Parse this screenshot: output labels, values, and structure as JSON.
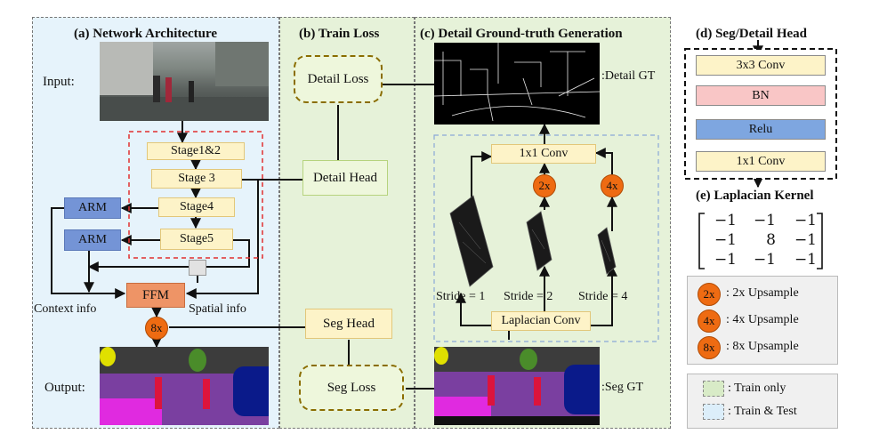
{
  "panels": {
    "a": {
      "title": "(a) Network Architecture"
    },
    "b": {
      "title": "(b) Train Loss"
    },
    "c": {
      "title": "(c) Detail Ground-truth Generation"
    },
    "d": {
      "title": "(d) Seg/Detail Head"
    },
    "e": {
      "title": "(e) Laplacian Kernel"
    }
  },
  "architecture": {
    "input_label": "Input:",
    "output_label": "Output:",
    "stages": [
      "Stage1&2",
      "Stage 3",
      "Stage4",
      "Stage5"
    ],
    "arm": "ARM",
    "ffm": "FFM",
    "upsample": "8x",
    "context_info": "Context info",
    "spatial_info": "Spatial info"
  },
  "train_loss": {
    "detail_loss": "Detail Loss",
    "detail_head": "Detail Head",
    "seg_head": "Seg Head",
    "seg_loss": "Seg Loss"
  },
  "detail_gt": {
    "detail_gt_label": ":Detail GT",
    "seg_gt_label": ":Seg GT",
    "conv1x1": "1x1 Conv",
    "laplacian_conv": "Laplacian Conv",
    "up2": "2x",
    "up4": "4x",
    "stride1": "Stride = 1",
    "stride2": "Stride = 2",
    "stride4": "Stride = 4"
  },
  "head": {
    "layers": [
      "3x3 Conv",
      "BN",
      "Relu",
      "1x1 Conv"
    ],
    "colors": [
      "#fdf3c8",
      "#f9c6c6",
      "#7ea6e0",
      "#fdf3c8"
    ]
  },
  "kernel": [
    [
      "−1",
      "−1",
      "−1"
    ],
    [
      "−1",
      "8",
      "−1"
    ],
    [
      "−1",
      "−1",
      "−1"
    ]
  ],
  "legend": {
    "upsample": [
      {
        "badge": "2x",
        "text": ": 2x Upsample"
      },
      {
        "badge": "4x",
        "text": ": 4x Upsample"
      },
      {
        "badge": "8x",
        "text": ": 8x Upsample"
      }
    ],
    "regions": [
      {
        "text": ": Train only",
        "color": "#d8ebc7"
      },
      {
        "text": ": Train & Test",
        "color": "#dceefa"
      }
    ]
  }
}
